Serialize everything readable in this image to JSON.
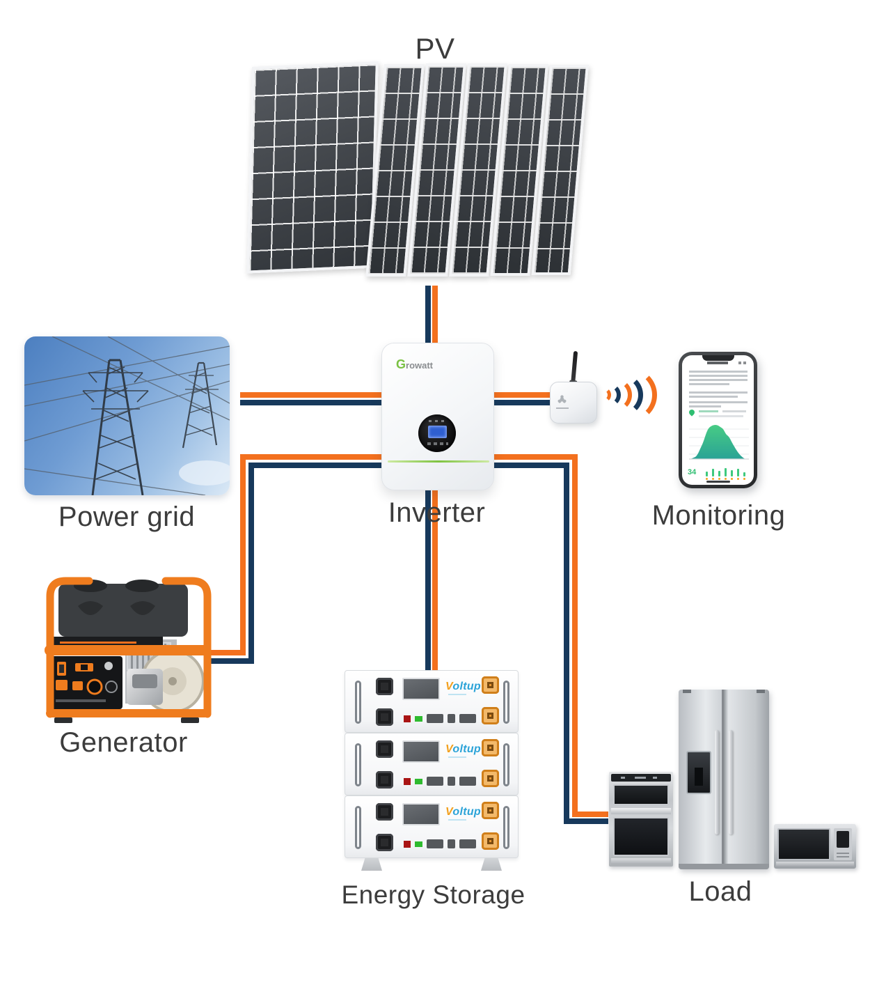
{
  "diagram": {
    "labels": {
      "pv": "PV",
      "power_grid": "Power grid",
      "inverter": "Inverter",
      "monitoring": "Monitoring",
      "generator": "Generator",
      "energy_storage": "Energy Storage",
      "load": "Load"
    },
    "colors": {
      "flow_orange": "#F3701E",
      "flow_navy": "#17395C",
      "growatt_green": "#7AC143",
      "voltup_cyan": "#2BA3D8",
      "phone_chart_green": "#2FBE71"
    },
    "inverter_brand": {
      "initial": "G",
      "rest": "rowatt"
    },
    "storage_brand": "Voltup",
    "phone": {
      "temperature": "34"
    }
  }
}
